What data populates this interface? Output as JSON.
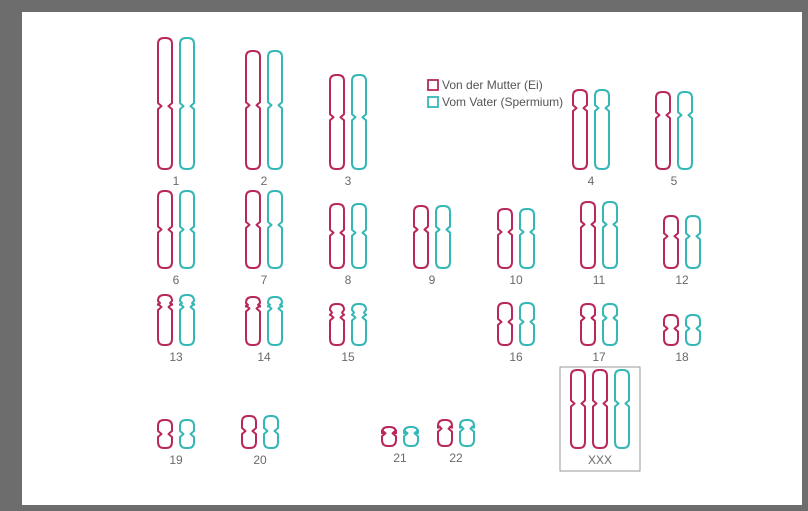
{
  "colors": {
    "mother": "#b8285c",
    "father": "#34b7b6",
    "frame": "#6d6d6d"
  },
  "legend": {
    "mother_label": "Von der Mutter (Ei)",
    "father_label": "Vom Vater (Spermium)"
  },
  "chromosomes": [
    {
      "label": "1",
      "copies": [
        "mother",
        "father"
      ]
    },
    {
      "label": "2",
      "copies": [
        "mother",
        "father"
      ]
    },
    {
      "label": "3",
      "copies": [
        "mother",
        "father"
      ]
    },
    {
      "label": "4",
      "copies": [
        "mother",
        "father"
      ]
    },
    {
      "label": "5",
      "copies": [
        "mother",
        "father"
      ]
    },
    {
      "label": "6",
      "copies": [
        "mother",
        "father"
      ]
    },
    {
      "label": "7",
      "copies": [
        "mother",
        "father"
      ]
    },
    {
      "label": "8",
      "copies": [
        "mother",
        "father"
      ]
    },
    {
      "label": "9",
      "copies": [
        "mother",
        "father"
      ]
    },
    {
      "label": "10",
      "copies": [
        "mother",
        "father"
      ]
    },
    {
      "label": "11",
      "copies": [
        "mother",
        "father"
      ]
    },
    {
      "label": "12",
      "copies": [
        "mother",
        "father"
      ]
    },
    {
      "label": "13",
      "copies": [
        "mother",
        "father"
      ]
    },
    {
      "label": "14",
      "copies": [
        "mother",
        "father"
      ]
    },
    {
      "label": "15",
      "copies": [
        "mother",
        "father"
      ]
    },
    {
      "label": "16",
      "copies": [
        "mother",
        "father"
      ]
    },
    {
      "label": "17",
      "copies": [
        "mother",
        "father"
      ]
    },
    {
      "label": "18",
      "copies": [
        "mother",
        "father"
      ]
    },
    {
      "label": "19",
      "copies": [
        "mother",
        "father"
      ]
    },
    {
      "label": "20",
      "copies": [
        "mother",
        "father"
      ]
    },
    {
      "label": "21",
      "copies": [
        "mother",
        "father"
      ]
    },
    {
      "label": "22",
      "copies": [
        "mother",
        "father"
      ]
    },
    {
      "label": "XXX",
      "copies": [
        "mother",
        "mother",
        "father"
      ]
    }
  ]
}
